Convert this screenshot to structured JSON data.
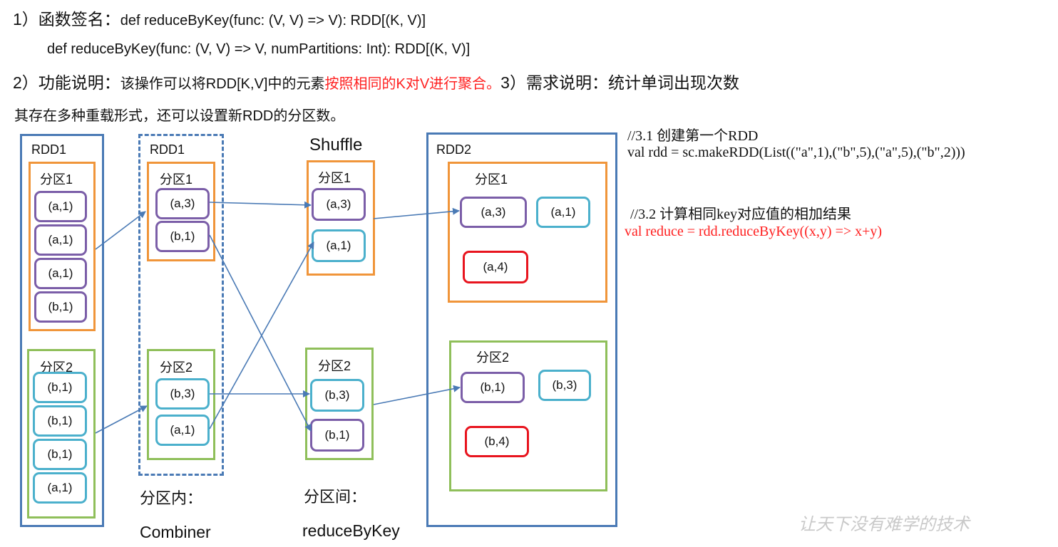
{
  "header": {
    "line1_prefix": "1）函数签名：",
    "line1_code": "def reduceByKey(func: (V, V) => V): RDD[(K, V)]",
    "line2_code": "def reduceByKey(func: (V, V) => V, numPartitions: Int): RDD[(K, V)]",
    "line3_prefix": "2）功能说明：",
    "line3_text": "该操作可以将RDD[K,V]中的元素",
    "line3_red": "按照相同的K对V进行聚合。",
    "line3_req": "3）需求说明：统计单词出现次数",
    "line4_text": "其存在多种重载形式，还可以设置新RDD的分区数。"
  },
  "code": {
    "c1": "//3.1 创建第一个RDD",
    "c2": "val rdd = sc.makeRDD(List((\"a\",1),(\"b\",5),(\"a\",5),(\"b\",2)))",
    "c3": "//3.2 计算相同key对应值的相加结果",
    "c4": "val reduce = rdd.reduceByKey((x,y) => x+y)"
  },
  "diagram": {
    "rdd1_label": "RDD1",
    "rdd1b_label": "RDD1",
    "rdd2_label": "RDD2",
    "shuffle_label": "Shuffle",
    "part1": "分区1",
    "part2": "分区2",
    "col1": {
      "p1": [
        "(a,1)",
        "(a,1)",
        "(a,1)",
        "(b,1)"
      ],
      "p2": [
        "(b,1)",
        "(b,1)",
        "(b,1)",
        "(a,1)"
      ]
    },
    "col2": {
      "p1": [
        "(a,3)",
        "(b,1)"
      ],
      "p2": [
        "(b,3)",
        "(a,1)"
      ]
    },
    "col3": {
      "p1": [
        "(a,3)",
        "(a,1)"
      ],
      "p2": [
        "(b,3)",
        "(b,1)"
      ]
    },
    "col4": {
      "p1": [
        "(a,3)",
        "(a,1)",
        "(a,4)"
      ],
      "p2": [
        "(b,1)",
        "(b,3)",
        "(b,4)"
      ]
    },
    "footer_left_1": "分区内：",
    "footer_left_2": "Combiner",
    "footer_mid_1": "分区间：",
    "footer_mid_2": "reduceByKey"
  },
  "watermark": "让天下没有难学的技术",
  "colors": {
    "rdd_blue": "#4a7ab5",
    "orange": "#f0953a",
    "green": "#8fbf5a",
    "purple": "#7b5ea8",
    "cyan": "#4bb0cc",
    "red": "#e8141e",
    "arrow": "#4a7ab5"
  }
}
